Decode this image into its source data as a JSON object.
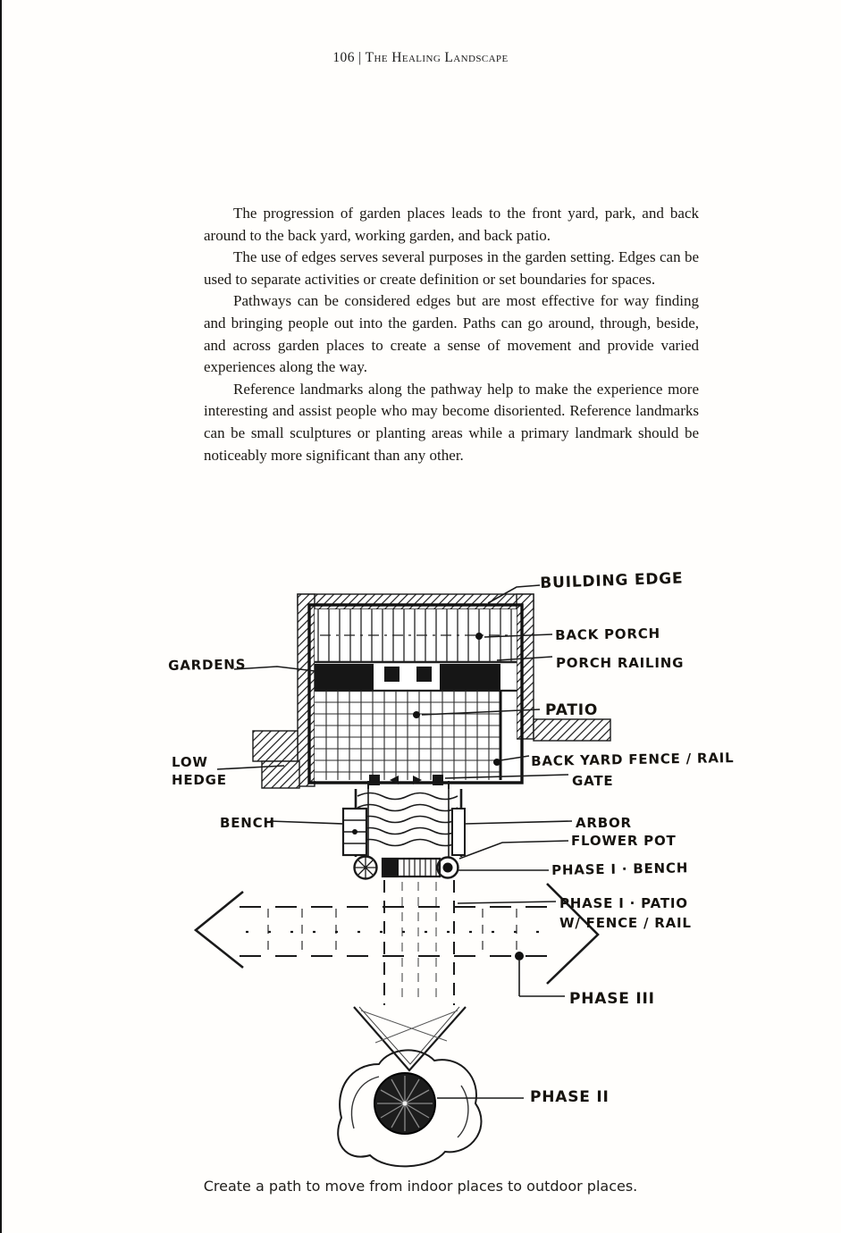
{
  "header": {
    "text": "106 | The Healing Landscape"
  },
  "body": {
    "paragraphs": [
      "The progression of garden places leads to the front yard, park, and back around to the back yard, working garden, and back patio.",
      "The use of edges serves several purposes in the garden setting. Edges can be used to separate activities or create definition or set boundaries for spaces.",
      "Pathways can be considered edges but are most effective for way finding and bringing people out into the garden. Paths can go around, through, beside, and across garden places to create a sense of movement and provide varied experiences along the way.",
      "Reference landmarks along the pathway help to make the experience more interesting and assist people who may become disoriented. Reference landmarks can be small sculptures or planting areas while a primary landmark should be noticeably more significant than any other."
    ]
  },
  "diagram": {
    "labels": {
      "building_edge": "BUILDING EDGE",
      "back_porch": "BACK PORCH",
      "porch_railing": "PORCH RAILING",
      "gardens": "GARDENS",
      "patio": "PATIO",
      "low_hedge": "LOW\nHEDGE",
      "back_yard_fence_rail": "BACK YARD FENCE / RAIL",
      "gate": "GATE",
      "bench": "BENCH",
      "arbor": "ARBOR",
      "flower_pot": "FLOWER POT",
      "phase_1_bench": "PHASE I · BENCH",
      "phase_1_patio": "PHASE I · PATIO\nW/ FENCE / RAIL",
      "phase_3": "PHASE III",
      "phase_2": "PHASE II"
    },
    "caption": "Create a path to move from indoor places to outdoor places."
  }
}
